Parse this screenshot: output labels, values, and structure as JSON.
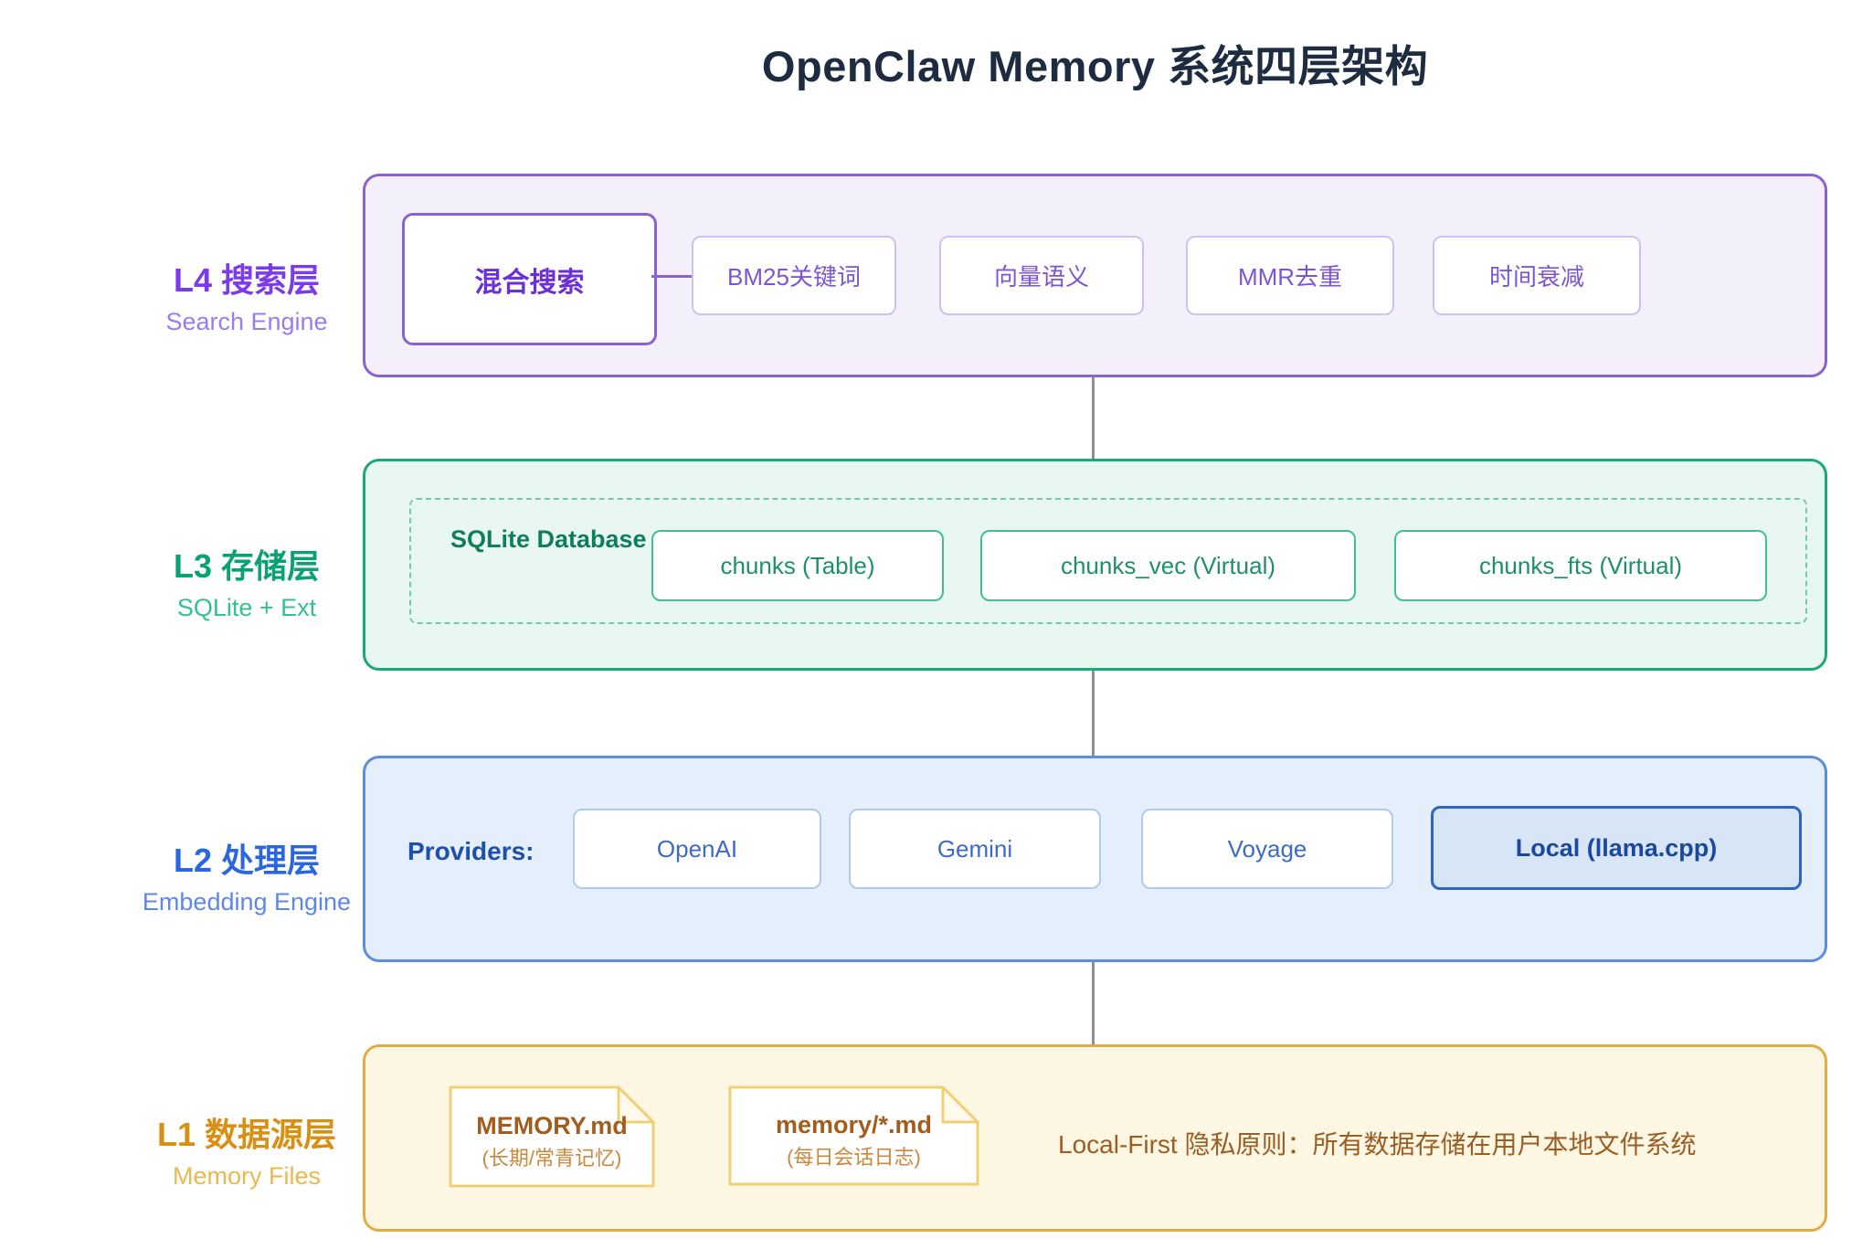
{
  "title": "OpenClaw Memory 系统四层架构",
  "colors": {
    "l4_accent": "#8a63d2",
    "l3_accent": "#19a878",
    "l2_accent": "#5c8edd",
    "l1_accent": "#e3ab44",
    "connector_gray": "#8b9199",
    "title_text": "#1e2c42"
  },
  "layers": {
    "l4": {
      "label": "L4 搜索层",
      "sublabel": "Search Engine",
      "primary": "混合搜索",
      "pills": [
        "BM25关键词",
        "向量语义",
        "MMR去重",
        "时间衰减"
      ]
    },
    "l3": {
      "label": "L3 存储层",
      "sublabel": "SQLite + Ext",
      "group_label": "SQLite Database",
      "pills": [
        "chunks (Table)",
        "chunks_vec (Virtual)",
        "chunks_fts (Virtual)"
      ]
    },
    "l2": {
      "label": "L2 处理层",
      "sublabel": "Embedding Engine",
      "prefix": "Providers:",
      "pills": [
        "OpenAI",
        "Gemini",
        "Voyage"
      ],
      "highlight": "Local (llama.cpp)"
    },
    "l1": {
      "label": "L1 数据源层",
      "sublabel": "Memory Files",
      "files": [
        {
          "name": "MEMORY.md",
          "desc": "(长期/常青记忆)"
        },
        {
          "name": "memory/*.md",
          "desc": "(每日会话日志)"
        }
      ],
      "note": "Local-First 隐私原则：所有数据存储在用户本地文件系统"
    }
  }
}
